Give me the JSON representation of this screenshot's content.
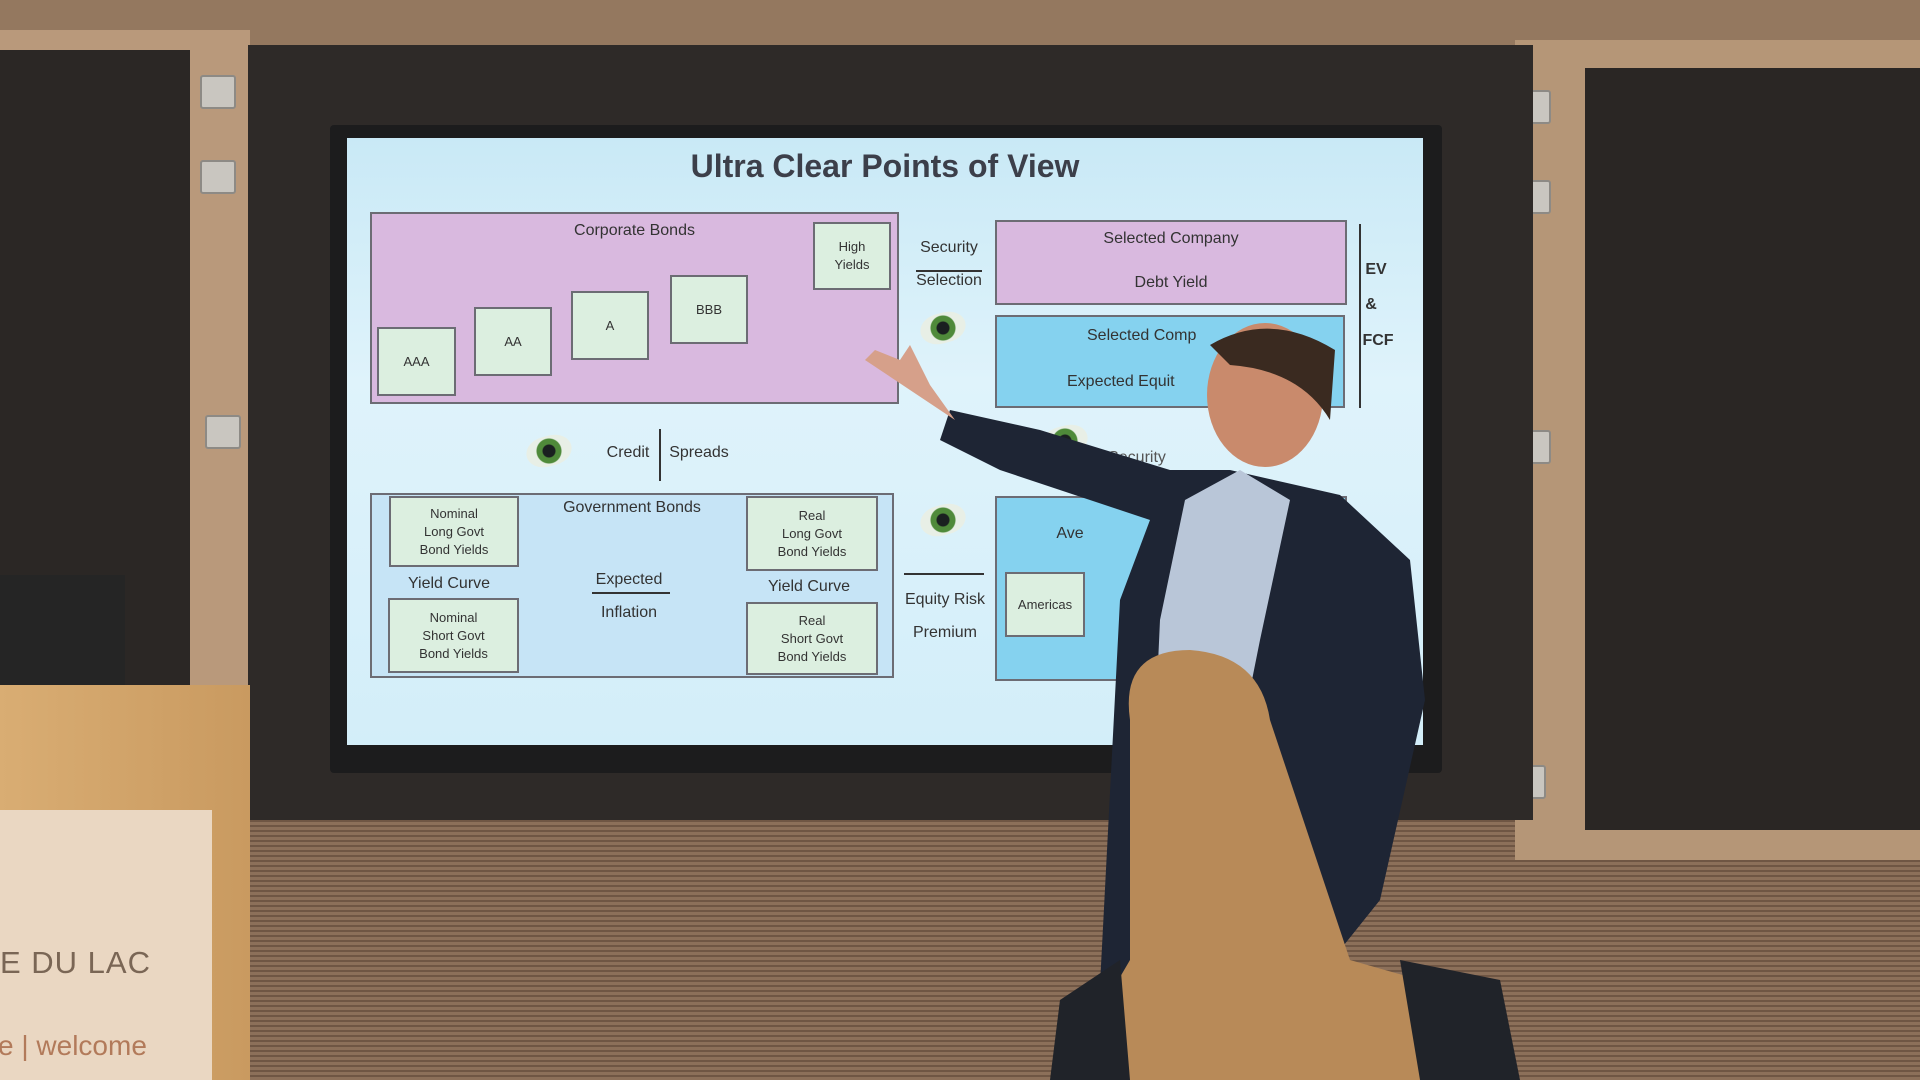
{
  "slide": {
    "title": "Ultra Clear Points of View",
    "corporate_bonds": {
      "label": "Corporate Bonds",
      "ratings": [
        "AAA",
        "AA",
        "A",
        "BBB"
      ],
      "high_yields": [
        "High",
        "Yields"
      ]
    },
    "security_selection": [
      "Security",
      "Selection"
    ],
    "selected_company_debt": [
      "Selected Company",
      "Debt Yield"
    ],
    "selected_company_equity": [
      "Selected Comp",
      "Expected Equit"
    ],
    "ev_fcf": [
      "EV",
      "&",
      "FCF"
    ],
    "credit_spreads": [
      "Credit",
      "Spreads"
    ],
    "security_lower": "Security",
    "government_bonds": {
      "label": "Government Bonds",
      "nominal_long": [
        "Nominal",
        "Long Govt",
        "Bond Yields"
      ],
      "nominal_short": [
        "Nominal",
        "Short Govt",
        "Bond Yields"
      ],
      "real_long": [
        "Real",
        "Long Govt",
        "Bond Yields"
      ],
      "real_short": [
        "Real",
        "Short Govt",
        "Bond Yields"
      ],
      "yield_curve": "Yield Curve",
      "expected_inflation": [
        "Expected",
        "Inflation"
      ]
    },
    "equity_risk_premium": [
      "Equity Risk",
      "Premium"
    ],
    "regions_partial": "Ave",
    "americas": "Americas"
  },
  "podium_sign": {
    "line1": "E DU LAC",
    "line2": "e | welcome"
  }
}
